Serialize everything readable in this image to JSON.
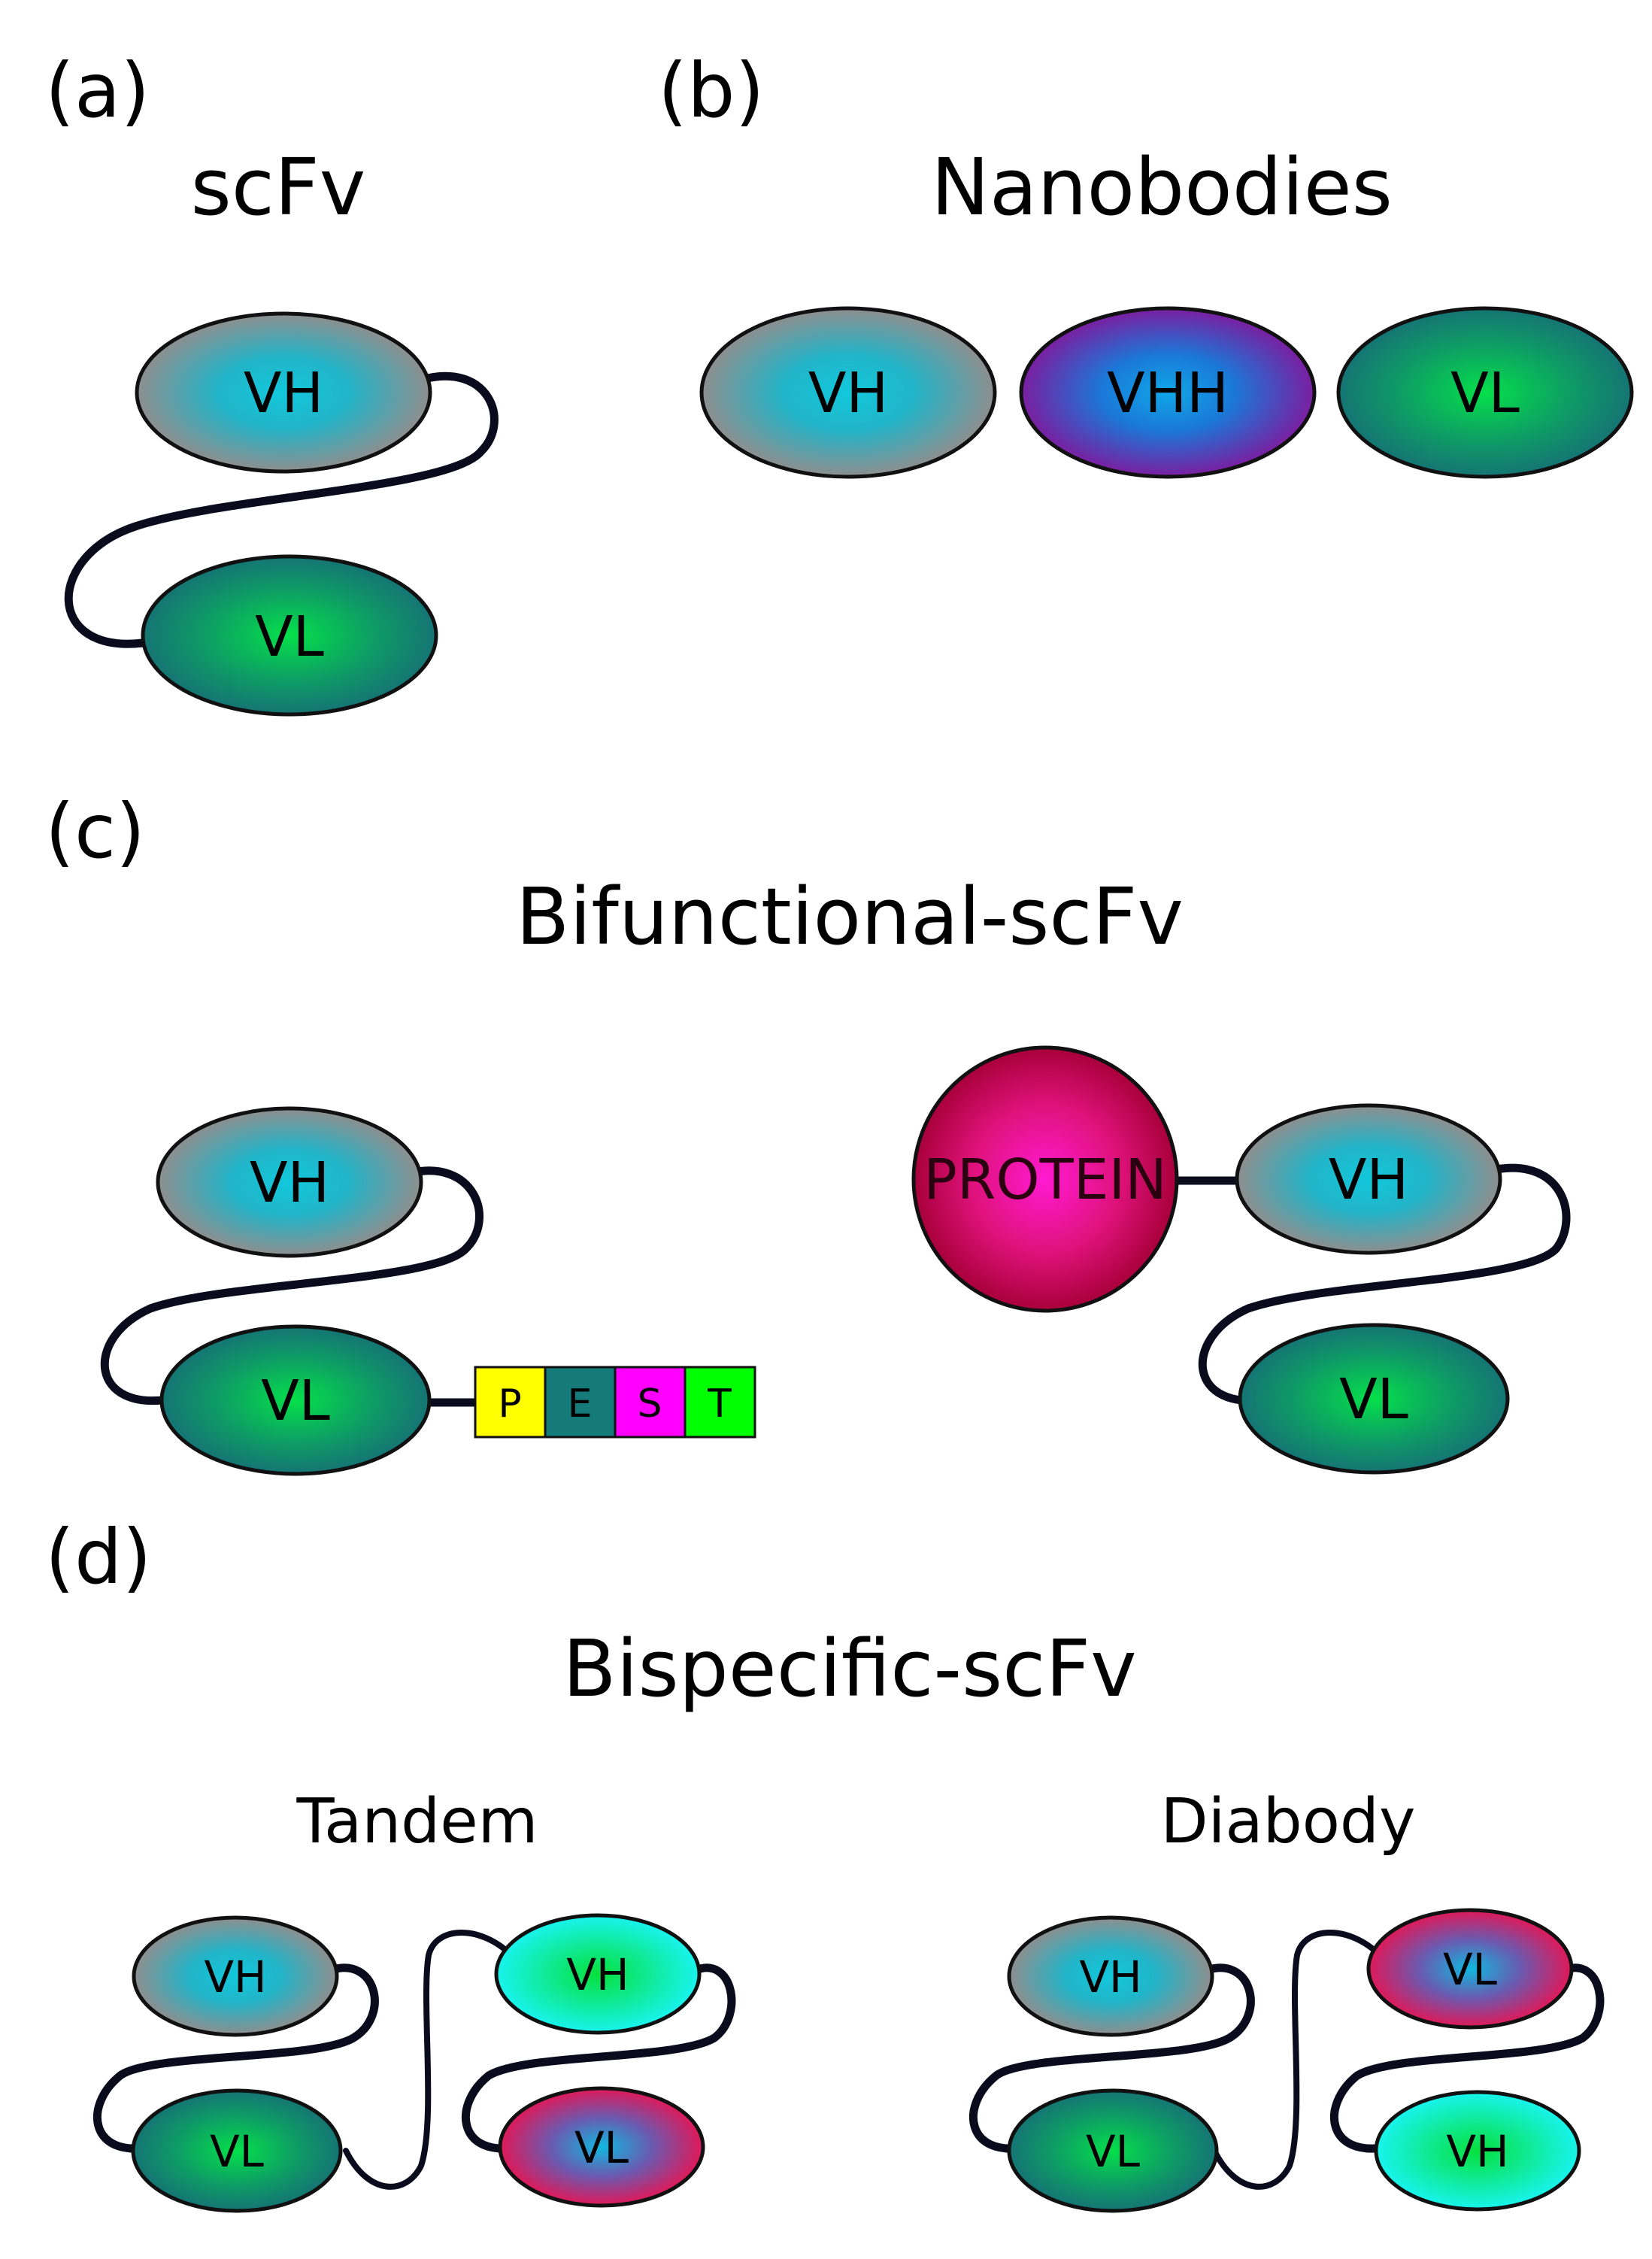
{
  "panels": {
    "a": {
      "letter": "(a)",
      "title": "scFv",
      "vh": "VH",
      "vl": "VL"
    },
    "b": {
      "letter": "(b)",
      "title": "Nanobodies",
      "domains": [
        "VH",
        "VHH",
        "VL"
      ]
    },
    "c": {
      "letter": "(c)",
      "title": "Bifunctional-scFv",
      "left": {
        "vh": "VH",
        "vl": "VL",
        "pest": [
          "P",
          "E",
          "S",
          "T"
        ]
      },
      "right": {
        "protein": "PROTEIN",
        "vh": "VH",
        "vl": "VL"
      }
    },
    "d": {
      "letter": "(d)",
      "title": "Bispecific-scFv",
      "tandem": {
        "label": "Tandem",
        "top_left": "VH",
        "bottom_left": "VL",
        "top_right": "VH",
        "bottom_right": "VL"
      },
      "diabody": {
        "label": "Diabody",
        "top_left": "VH",
        "bottom_left": "VL",
        "top_right": "VL",
        "bottom_right": "VH"
      }
    }
  },
  "colors": {
    "vh_center": "#14c4d8",
    "vh_edge": "#8c8c8c",
    "vl_center": "#05d848",
    "vl_edge": "#147a78",
    "vhh_center": "#0fa0e8",
    "vhh_edge": "#7a1fa0",
    "protein_center": "#ff18c8",
    "protein_edge": "#b0003c",
    "pest_P": "#ffff00",
    "pest_E": "#147a7a",
    "pest_S": "#ff00ff",
    "pest_T": "#00ff00"
  }
}
